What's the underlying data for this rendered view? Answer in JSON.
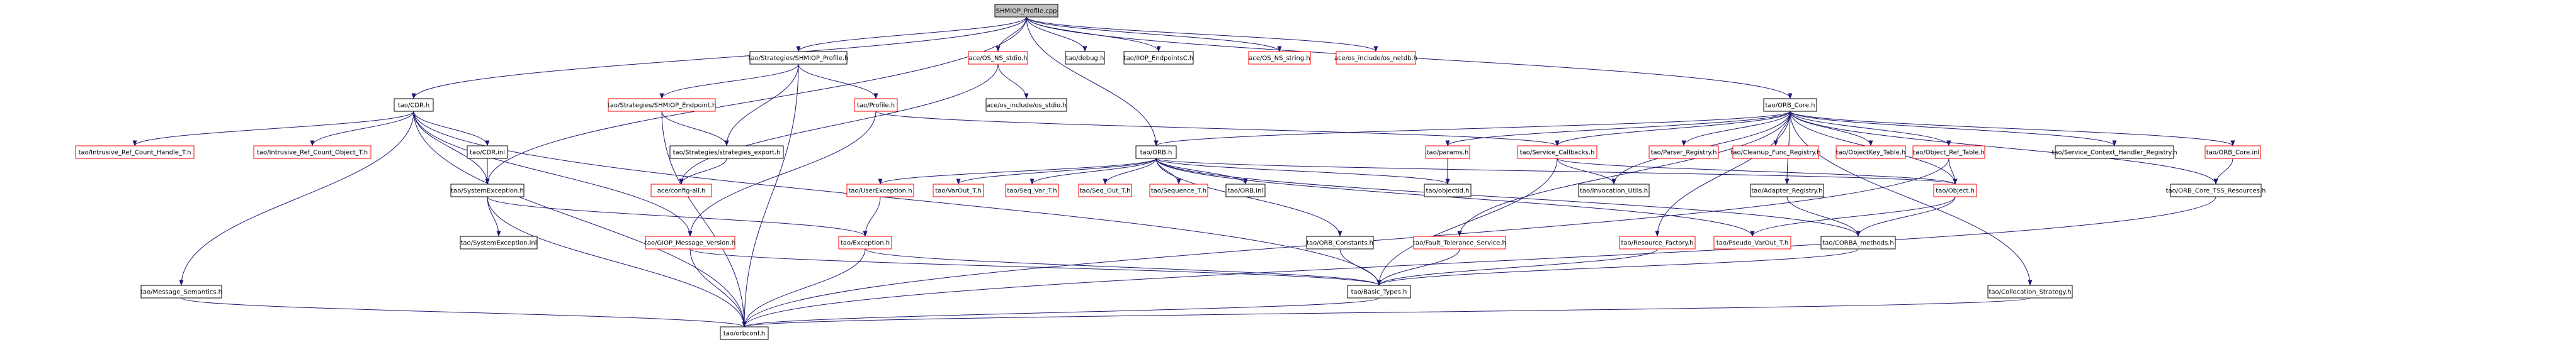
{
  "colors": {
    "edge": "#191970",
    "node_border_normal": "#000000",
    "node_border_missing": "#ff0000",
    "node_fill": "#ffffff",
    "root_fill": "#bfbfbf",
    "text": "#000000"
  },
  "nodes": [
    {
      "id": "shmiop_profile_cpp",
      "label": "SHMIOP_Profile.cpp",
      "kind": "root"
    },
    {
      "id": "tao_cdr_h",
      "label": "tao/CDR.h",
      "kind": "normal"
    },
    {
      "id": "tao_strategies_shmiop_profile_h",
      "label": "tao/Strategies/SHMIOP_Profile.h",
      "kind": "normal"
    },
    {
      "id": "ace_os_ns_stdio_h",
      "label": "ace/OS_NS_stdio.h",
      "kind": "missing"
    },
    {
      "id": "tao_debug_h",
      "label": "tao/debug.h",
      "kind": "normal"
    },
    {
      "id": "tao_iiop_endpointsc_h",
      "label": "tao/IIOP_EndpointsC.h",
      "kind": "normal"
    },
    {
      "id": "ace_os_ns_string_h",
      "label": "ace/OS_NS_string.h",
      "kind": "missing"
    },
    {
      "id": "ace_os_include_os_netdb_h",
      "label": "ace/os_include/os_netdb.h",
      "kind": "missing"
    },
    {
      "id": "tao_orb_core_h",
      "label": "tao/ORB_Core.h",
      "kind": "normal"
    },
    {
      "id": "tao_intrusive_ref_count_handle_t_h",
      "label": "tao/Intrusive_Ref_Count_Handle_T.h",
      "kind": "missing"
    },
    {
      "id": "tao_intrusive_ref_count_object_t_h",
      "label": "tao/Intrusive_Ref_Count_Object_T.h",
      "kind": "missing"
    },
    {
      "id": "tao_cdr_inl",
      "label": "tao/CDR.inl",
      "kind": "normal"
    },
    {
      "id": "tao_strategies_shmiop_endpoint_h",
      "label": "tao/Strategies/SHMIOP_Endpoint.h",
      "kind": "missing"
    },
    {
      "id": "tao_profile_h",
      "label": "tao/Profile.h",
      "kind": "missing"
    },
    {
      "id": "ace_os_include_os_stdio_h",
      "label": "ace/os_include/os_stdio.h",
      "kind": "normal"
    },
    {
      "id": "tao_strategies_strategies_export_h",
      "label": "tao/Strategies/strategies_export.h",
      "kind": "normal"
    },
    {
      "id": "ace_config_all_h",
      "label": "ace/config-all.h",
      "kind": "missing"
    },
    {
      "id": "tao_systemexception_h",
      "label": "tao/SystemException.h",
      "kind": "normal"
    },
    {
      "id": "tao_systemexception_inl",
      "label": "tao/SystemException.inl",
      "kind": "normal"
    },
    {
      "id": "tao_giop_message_version_h",
      "label": "tao/GIOP_Message_Version.h",
      "kind": "missing"
    },
    {
      "id": "tao_message_semantics_h",
      "label": "tao/Message_Semantics.h",
      "kind": "normal"
    },
    {
      "id": "tao_orb_h",
      "label": "tao/ORB.h",
      "kind": "normal"
    },
    {
      "id": "tao_userexception_h",
      "label": "tao/UserException.h",
      "kind": "missing"
    },
    {
      "id": "tao_varout_t_h",
      "label": "tao/VarOut_T.h",
      "kind": "missing"
    },
    {
      "id": "tao_seq_var_t_h",
      "label": "tao/Seq_Var_T.h",
      "kind": "missing"
    },
    {
      "id": "tao_seq_out_t_h",
      "label": "tao/Seq_Out_T.h",
      "kind": "missing"
    },
    {
      "id": "tao_sequence_t_h",
      "label": "tao/Sequence_T.h",
      "kind": "missing"
    },
    {
      "id": "tao_orb_inl",
      "label": "tao/ORB.inl",
      "kind": "normal"
    },
    {
      "id": "tao_exception_h",
      "label": "tao/Exception.h",
      "kind": "missing"
    },
    {
      "id": "tao_params_h",
      "label": "tao/params.h",
      "kind": "missing"
    },
    {
      "id": "tao_objectid_h",
      "label": "tao/objectid.h",
      "kind": "normal"
    },
    {
      "id": "tao_service_callbacks_h",
      "label": "tao/Service_Callbacks.h",
      "kind": "missing"
    },
    {
      "id": "tao_invocation_utils_h",
      "label": "tao/Invocation_Utils.h",
      "kind": "normal"
    },
    {
      "id": "tao_parser_registry_h",
      "label": "tao/Parser_Registry.h",
      "kind": "missing"
    },
    {
      "id": "tao_cleanup_func_registry_h",
      "label": "tao/Cleanup_Func_Registry.h",
      "kind": "missing"
    },
    {
      "id": "tao_adapter_registry_h",
      "label": "tao/Adapter_Registry.h",
      "kind": "normal"
    },
    {
      "id": "tao_objectkey_table_h",
      "label": "tao/ObjectKey_Table.h",
      "kind": "missing"
    },
    {
      "id": "tao_object_ref_table_h",
      "label": "tao/Object_Ref_Table.h",
      "kind": "missing"
    },
    {
      "id": "tao_object_h",
      "label": "tao/Object.h",
      "kind": "missing"
    },
    {
      "id": "tao_service_context_handler_registry_h",
      "label": "tao/Service_Context_Handler_Registry.h",
      "kind": "normal"
    },
    {
      "id": "tao_orb_core_inl",
      "label": "tao/ORB_Core.inl",
      "kind": "missing"
    },
    {
      "id": "tao_orb_core_tss_resources_h",
      "label": "tao/ORB_Core_TSS_Resources.h",
      "kind": "normal"
    },
    {
      "id": "tao_orb_constants_h",
      "label": "tao/ORB_Constants.h",
      "kind": "normal"
    },
    {
      "id": "tao_fault_tolerance_service_h",
      "label": "tao/Fault_Tolerance_Service.h",
      "kind": "missing"
    },
    {
      "id": "tao_resource_factory_h",
      "label": "tao/Resource_Factory.h",
      "kind": "missing"
    },
    {
      "id": "tao_pseudo_varout_t_h",
      "label": "tao/Pseudo_VarOut_T.h",
      "kind": "missing"
    },
    {
      "id": "tao_corba_methods_h",
      "label": "tao/CORBA_methods.h",
      "kind": "normal"
    },
    {
      "id": "tao_basic_types_h",
      "label": "tao/Basic_Types.h",
      "kind": "normal"
    },
    {
      "id": "tao_collocation_strategy_h",
      "label": "tao/Collocation_Strategy.h",
      "kind": "normal"
    },
    {
      "id": "tao_orbconf_h",
      "label": "tao/orbconf.h",
      "kind": "normal"
    }
  ],
  "edges": [
    [
      "shmiop_profile_cpp",
      "tao_cdr_h"
    ],
    [
      "shmiop_profile_cpp",
      "tao_strategies_shmiop_profile_h"
    ],
    [
      "shmiop_profile_cpp",
      "ace_os_ns_stdio_h"
    ],
    [
      "shmiop_profile_cpp",
      "tao_debug_h"
    ],
    [
      "shmiop_profile_cpp",
      "tao_iiop_endpointsc_h"
    ],
    [
      "shmiop_profile_cpp",
      "ace_os_ns_string_h"
    ],
    [
      "shmiop_profile_cpp",
      "ace_os_include_os_netdb_h"
    ],
    [
      "shmiop_profile_cpp",
      "tao_orb_core_h"
    ],
    [
      "shmiop_profile_cpp",
      "tao_orb_h"
    ],
    [
      "shmiop_profile_cpp",
      "tao_systemexception_h"
    ],
    [
      "tao_cdr_h",
      "tao_intrusive_ref_count_handle_t_h"
    ],
    [
      "tao_cdr_h",
      "tao_intrusive_ref_count_object_t_h"
    ],
    [
      "tao_cdr_h",
      "tao_cdr_inl"
    ],
    [
      "tao_cdr_h",
      "tao_message_semantics_h"
    ],
    [
      "tao_cdr_h",
      "tao_systemexception_h"
    ],
    [
      "tao_cdr_h",
      "tao_giop_message_version_h"
    ],
    [
      "tao_cdr_h",
      "tao_basic_types_h"
    ],
    [
      "tao_cdr_h",
      "tao_orbconf_h"
    ],
    [
      "tao_cdr_inl",
      "tao_systemexception_h"
    ],
    [
      "tao_strategies_shmiop_profile_h",
      "tao_strategies_shmiop_endpoint_h"
    ],
    [
      "tao_strategies_shmiop_profile_h",
      "tao_profile_h"
    ],
    [
      "tao_strategies_shmiop_profile_h",
      "tao_strategies_strategies_export_h"
    ],
    [
      "tao_strategies_shmiop_profile_h",
      "tao_orbconf_h"
    ],
    [
      "tao_strategies_shmiop_endpoint_h",
      "tao_strategies_strategies_export_h"
    ],
    [
      "tao_strategies_shmiop_endpoint_h",
      "tao_orbconf_h"
    ],
    [
      "tao_strategies_strategies_export_h",
      "ace_config_all_h"
    ],
    [
      "tao_profile_h",
      "tao_giop_message_version_h"
    ],
    [
      "tao_profile_h",
      "tao_service_callbacks_h"
    ],
    [
      "ace_os_ns_stdio_h",
      "ace_os_include_os_stdio_h"
    ],
    [
      "ace_os_ns_stdio_h",
      "ace_config_all_h"
    ],
    [
      "tao_systemexception_h",
      "tao_systemexception_inl"
    ],
    [
      "tao_systemexception_h",
      "tao_exception_h"
    ],
    [
      "tao_systemexception_h",
      "tao_orbconf_h"
    ],
    [
      "tao_giop_message_version_h",
      "tao_basic_types_h"
    ],
    [
      "tao_giop_message_version_h",
      "tao_orbconf_h"
    ],
    [
      "tao_exception_h",
      "tao_basic_types_h"
    ],
    [
      "tao_exception_h",
      "tao_orbconf_h"
    ],
    [
      "tao_message_semantics_h",
      "tao_orbconf_h"
    ],
    [
      "tao_orb_core_h",
      "tao_params_h"
    ],
    [
      "tao_orb_core_h",
      "tao_service_callbacks_h"
    ],
    [
      "tao_orb_core_h",
      "tao_invocation_utils_h"
    ],
    [
      "tao_orb_core_h",
      "tao_parser_registry_h"
    ],
    [
      "tao_orb_core_h",
      "tao_cleanup_func_registry_h"
    ],
    [
      "tao_orb_core_h",
      "tao_adapter_registry_h"
    ],
    [
      "tao_orb_core_h",
      "tao_objectkey_table_h"
    ],
    [
      "tao_orb_core_h",
      "tao_object_ref_table_h"
    ],
    [
      "tao_orb_core_h",
      "tao_service_context_handler_registry_h"
    ],
    [
      "tao_orb_core_h",
      "tao_orb_core_inl"
    ],
    [
      "tao_orb_core_h",
      "tao_orb_core_tss_resources_h"
    ],
    [
      "tao_orb_core_h",
      "tao_fault_tolerance_service_h"
    ],
    [
      "tao_orb_core_h",
      "tao_resource_factory_h"
    ],
    [
      "tao_orb_core_h",
      "tao_object_h"
    ],
    [
      "tao_orb_core_h",
      "tao_collocation_strategy_h"
    ],
    [
      "tao_orb_core_h",
      "tao_orb_h"
    ],
    [
      "tao_orb_h",
      "tao_userexception_h"
    ],
    [
      "tao_orb_h",
      "tao_varout_t_h"
    ],
    [
      "tao_orb_h",
      "tao_seq_var_t_h"
    ],
    [
      "tao_orb_h",
      "tao_seq_out_t_h"
    ],
    [
      "tao_orb_h",
      "tao_sequence_t_h"
    ],
    [
      "tao_orb_h",
      "tao_orb_inl"
    ],
    [
      "tao_orb_h",
      "tao_objectid_h"
    ],
    [
      "tao_orb_h",
      "tao_orb_constants_h"
    ],
    [
      "tao_orb_h",
      "tao_object_h"
    ],
    [
      "tao_orb_h",
      "tao_corba_methods_h"
    ],
    [
      "tao_orb_h",
      "tao_pseudo_varout_t_h"
    ],
    [
      "tao_userexception_h",
      "tao_exception_h"
    ],
    [
      "tao_params_h",
      "tao_objectid_h"
    ],
    [
      "tao_service_callbacks_h",
      "tao_invocation_utils_h"
    ],
    [
      "tao_service_callbacks_h",
      "tao_basic_types_h"
    ],
    [
      "tao_service_callbacks_h",
      "tao_object_h"
    ],
    [
      "tao_object_ref_table_h",
      "tao_object_h"
    ],
    [
      "tao_object_ref_table_h",
      "tao_orbconf_h"
    ],
    [
      "tao_adapter_registry_h",
      "tao_corba_methods_h"
    ],
    [
      "tao_object_h",
      "tao_pseudo_varout_t_h"
    ],
    [
      "tao_object_h",
      "tao_corba_methods_h"
    ],
    [
      "tao_orb_core_inl",
      "tao_orb_core_tss_resources_h"
    ],
    [
      "tao_orb_core_tss_resources_h",
      "tao_orbconf_h"
    ],
    [
      "tao_orb_constants_h",
      "tao_basic_types_h"
    ],
    [
      "tao_fault_tolerance_service_h",
      "tao_basic_types_h"
    ],
    [
      "tao_resource_factory_h",
      "tao_basic_types_h"
    ],
    [
      "tao_corba_methods_h",
      "tao_basic_types_h"
    ],
    [
      "tao_basic_types_h",
      "tao_orbconf_h"
    ],
    [
      "tao_collocation_strategy_h",
      "tao_orbconf_h"
    ]
  ]
}
